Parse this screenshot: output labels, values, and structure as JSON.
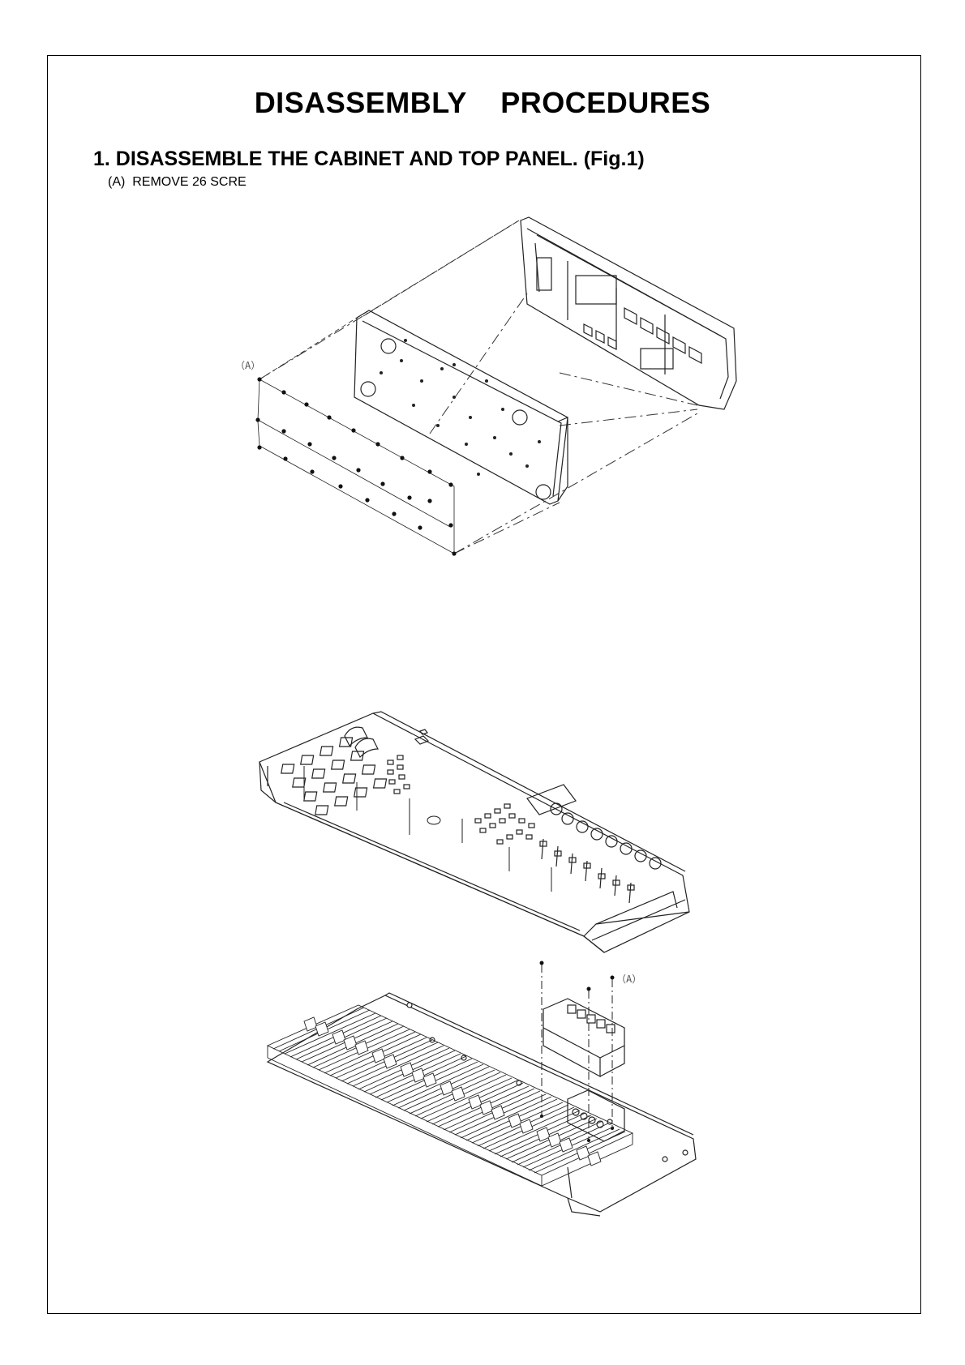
{
  "page": {
    "title": "DISASSEMBLY    PROCEDURES"
  },
  "step1": {
    "heading": "1. DISASSEMBLE THE CABINET AND TOP PANEL. (Fig.1)",
    "instruction": "(A)  REMOVE 26 SCRE"
  },
  "figure": {
    "callout_top": "（A）",
    "callout_bottom": "（A）"
  }
}
